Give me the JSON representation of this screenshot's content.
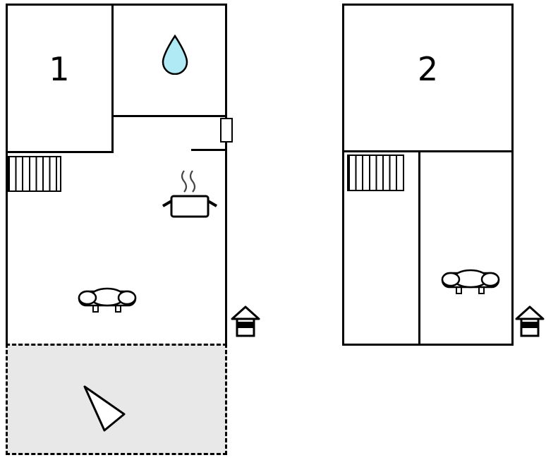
{
  "units": {
    "floor1": {
      "label": "1"
    },
    "floor2": {
      "label": "2"
    }
  },
  "colors": {
    "wall": "#000000",
    "water_drop_fill": "#b0eaf4",
    "terrace_fill": "#e8e8e8",
    "house_band": "#000000"
  },
  "icons": [
    "water-drop-icon",
    "cooking-pot-icon",
    "stairs-icon",
    "sofa-icon",
    "entrance-house-icon",
    "direction-arrow-icon",
    "door"
  ]
}
